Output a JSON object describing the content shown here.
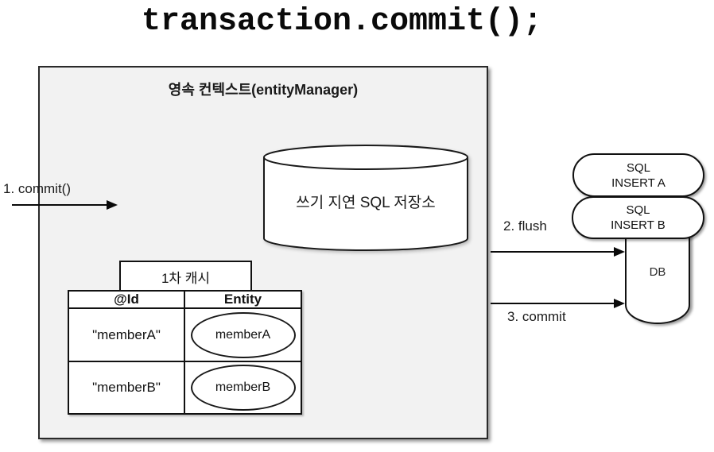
{
  "title": "transaction.commit();",
  "persistence_context": {
    "label": "영속 컨텍스트(entityManager)",
    "sql_store_label": "쓰기 지연 SQL 저장소",
    "cache": {
      "label": "1차 캐시",
      "columns": [
        "@Id",
        "Entity"
      ],
      "rows": [
        {
          "id": "\"memberA\"",
          "entity": "memberA"
        },
        {
          "id": "\"memberB\"",
          "entity": "memberB"
        }
      ]
    }
  },
  "flow": {
    "step1": "1. commit()",
    "step2": "2. flush",
    "step3": "3. commit"
  },
  "sql_items": [
    {
      "line1": "SQL",
      "line2": "INSERT A"
    },
    {
      "line1": "SQL",
      "line2": "INSERT B"
    }
  ],
  "database": {
    "label": "DB"
  },
  "colors": {
    "background": "#ffffff",
    "box_fill": "#f2f2f2",
    "border": "#111111"
  }
}
